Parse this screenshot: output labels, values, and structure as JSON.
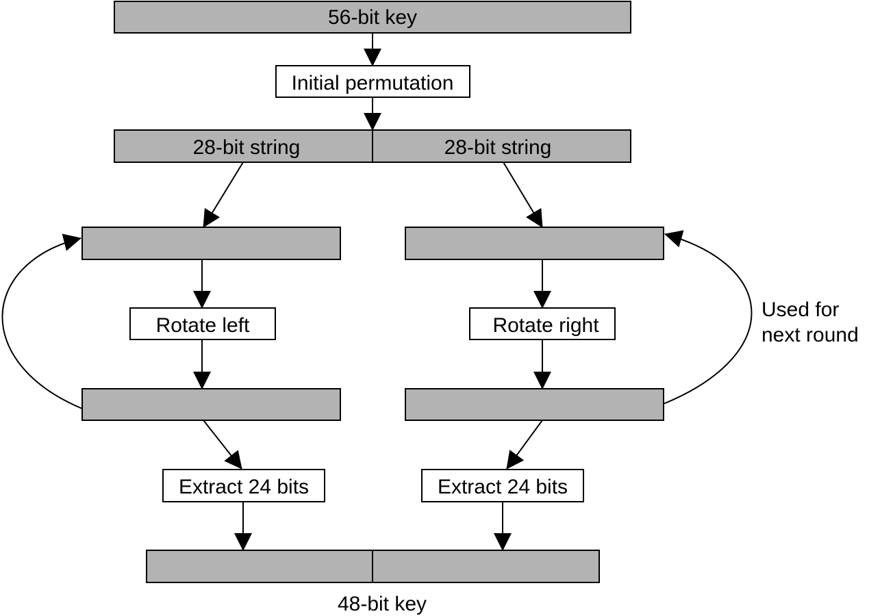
{
  "diagram": {
    "key_56": "56-bit key",
    "initial_permutation": "Initial permutation",
    "string_left": "28-bit string",
    "string_right": "28-bit string",
    "rotate_left": "Rotate left",
    "rotate_right": "Rotate right",
    "used_for_line1": "Used for",
    "used_for_line2": "next round",
    "extract_left": "Extract 24 bits",
    "extract_right": "Extract 24 bits",
    "key_48": "48-bit key"
  },
  "colors": {
    "box_fill": "#b3b3b3",
    "stroke": "#000000",
    "background": "#ffffff"
  }
}
